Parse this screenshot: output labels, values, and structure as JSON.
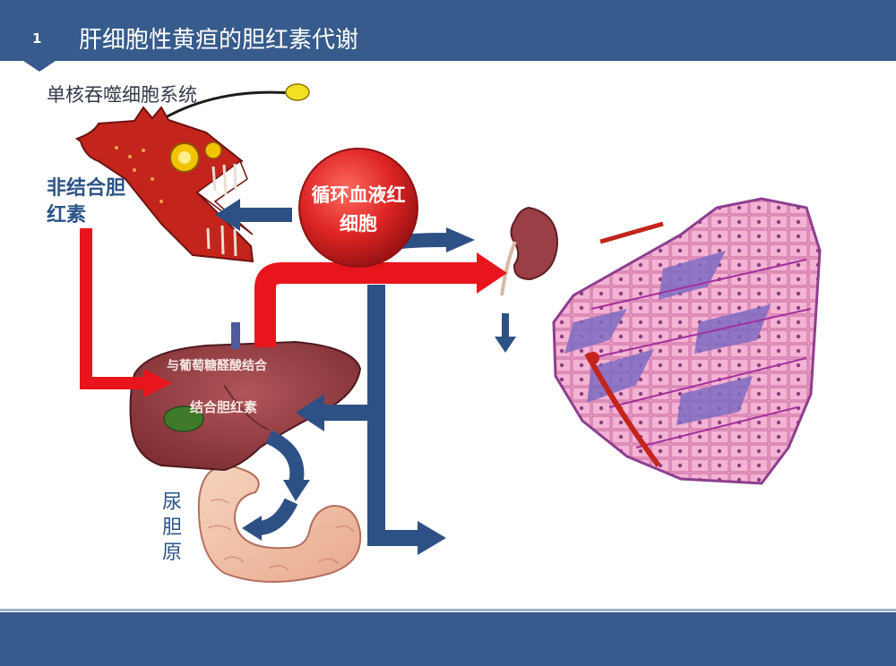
{
  "slide": {
    "number": "1",
    "title": "肝细胞性黄疸的胆红素代谢"
  },
  "labels": {
    "mononuclear_phagocyte": "单核吞噬细胞系统",
    "unconjugated_bilirubin": "非结合胆红素",
    "circulating_rbc": "循环血液红细胞",
    "glucuronide_conjugation": "与葡萄糖醛酸结合",
    "conjugated_bilirubin": "结合胆红素",
    "urobilinogen": "尿胆原"
  },
  "colors": {
    "header": "#365b8c",
    "arrow_red": "#e8161c",
    "arrow_blue": "#2e5185",
    "monster": "#c3251d",
    "liver": "#8f3a3d",
    "cells": "#f2a9cf"
  }
}
